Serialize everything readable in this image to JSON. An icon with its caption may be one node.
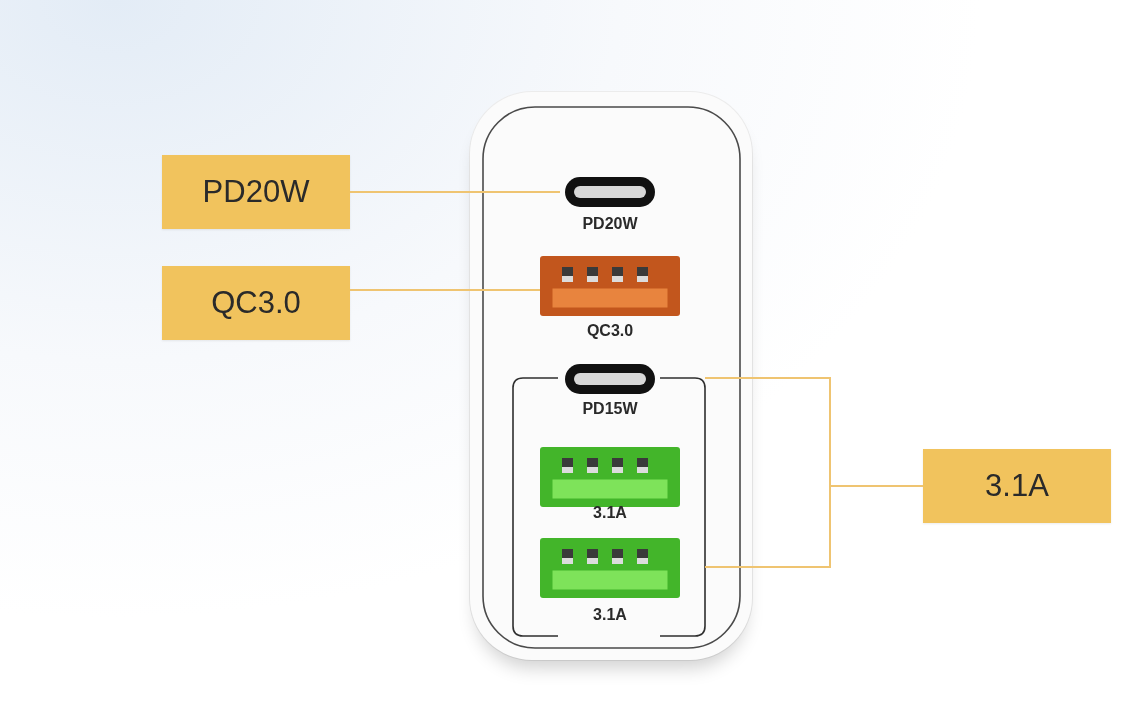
{
  "diagram": {
    "nodes": [
      {
        "text": [
          "PD20W"
        ]
      },
      {
        "text": [
          "QC3.0"
        ]
      },
      {
        "text": [
          "3.1A"
        ]
      },
      {
        "text": [],
        "shape": "box"
      },
      {
        "text": [
          "PD20W"
        ],
        "in": 3
      },
      {
        "text": [
          "QC3.0"
        ],
        "in": 3
      },
      {
        "text": [],
        "shape": "box",
        "in": 3
      },
      {
        "text": [
          "PD15W"
        ],
        "in": 6
      },
      {
        "text": [
          "3.1A"
        ],
        "in": 6
      },
      {
        "text": [
          "3.1A"
        ],
        "in": 6
      }
    ],
    "edges": [
      {
        "from": 0,
        "to": 4,
        "arrow": "none"
      },
      {
        "from": 1,
        "to": 5,
        "arrow": "none"
      },
      {
        "from": 2,
        "to": 6,
        "arrow": "none"
      },
      {
        "from": 2,
        "to": 6,
        "arrow": "none"
      }
    ]
  }
}
